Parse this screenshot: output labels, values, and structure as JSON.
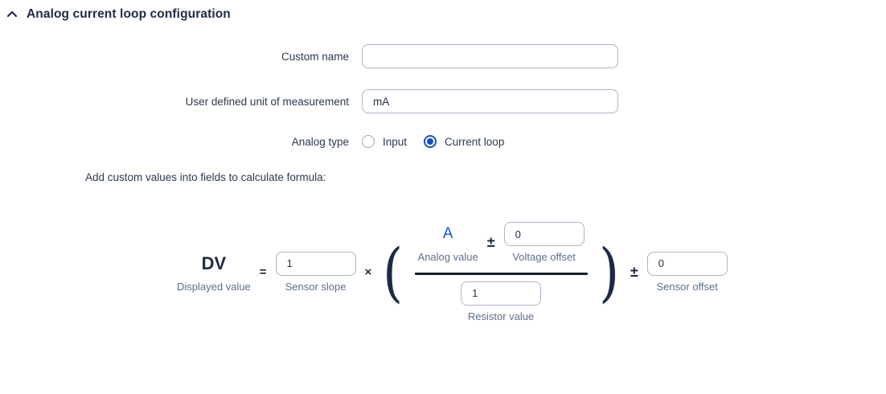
{
  "header": {
    "title": "Analog current loop configuration",
    "collapse_icon": "chevron-up-icon"
  },
  "form": {
    "custom_name": {
      "label": "Custom name",
      "value": "",
      "placeholder": ""
    },
    "unit": {
      "label": "User defined unit of measurement",
      "value": "mA"
    },
    "analog_type": {
      "label": "Analog type",
      "options": [
        {
          "label": "Input",
          "selected": false
        },
        {
          "label": "Current loop",
          "selected": true
        }
      ]
    }
  },
  "formula": {
    "intro": "Add custom values into fields to calculate formula:",
    "displayed_value": {
      "symbol": "DV",
      "label": "Displayed value"
    },
    "equals_sign": "=",
    "sensor_slope": {
      "value": "1",
      "label": "Sensor slope"
    },
    "multiply_sign": "×",
    "paren_open": "(",
    "analog_value": {
      "symbol": "A",
      "label": "Analog value"
    },
    "plus_minus_sign": "±",
    "voltage_offset": {
      "value": "0",
      "label": "Voltage offset"
    },
    "resistor_value": {
      "value": "1",
      "label": "Resistor value"
    },
    "paren_close": ")",
    "sensor_offset": {
      "value": "0",
      "label": "Sensor offset"
    }
  },
  "colors": {
    "accent_blue": "#1a56db",
    "radio_selected": "#1a4bc4",
    "text_dark": "#1e2b45",
    "text_muted": "#5d6f8b",
    "input_border": "#a9b5c9",
    "fraction_line": "#141e30"
  }
}
